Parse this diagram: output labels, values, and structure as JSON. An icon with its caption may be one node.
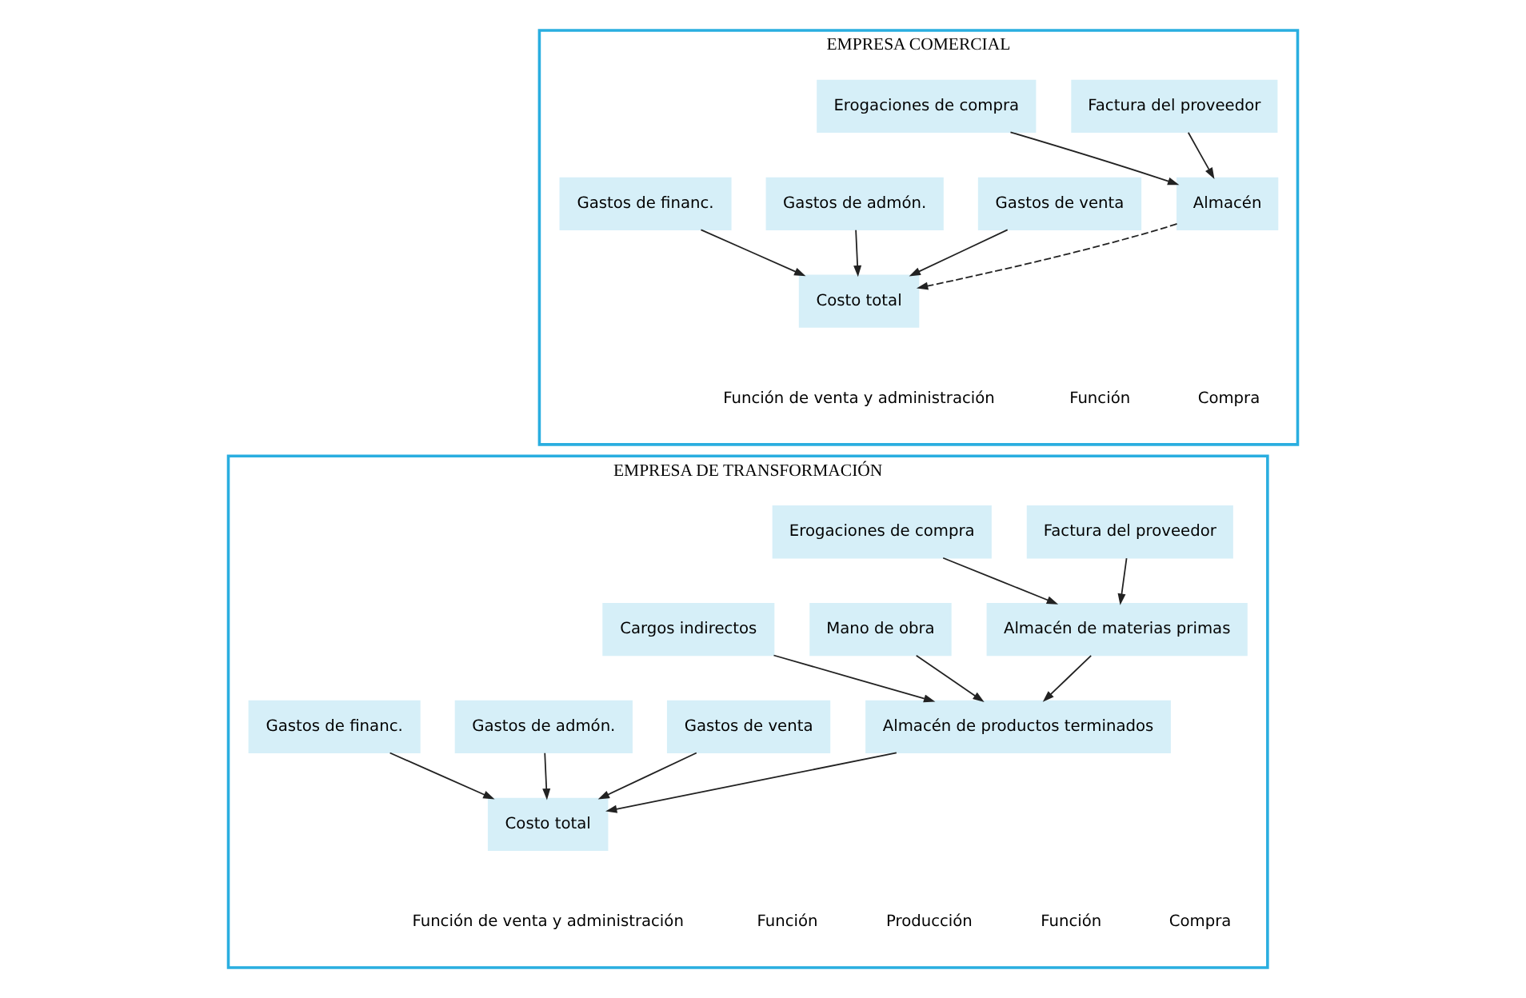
{
  "diagram": {
    "nodes": [
      {
        "text": [
          "EMPRESA COMERCIAL"
        ]
      },
      {
        "text": [
          "Factura del proveedor"
        ],
        "in": 0
      },
      {
        "text": [
          "Erogaciones de compra"
        ],
        "in": 0
      },
      {
        "text": [
          "Almacén"
        ],
        "in": 0
      },
      {
        "text": [
          "Gastos de venta"
        ],
        "in": 0
      },
      {
        "text": [
          "Gastos de admón."
        ],
        "in": 0
      },
      {
        "text": [
          "Gastos de financ."
        ],
        "in": 0
      },
      {
        "text": [
          "Costo total"
        ],
        "in": 0
      },
      {
        "text": [
          "EMPRESA DE TRANSFORMACIÓN"
        ]
      },
      {
        "text": [
          "Factura del proveedor"
        ],
        "in": 8
      },
      {
        "text": [
          "Erogaciones de compra"
        ],
        "in": 8
      },
      {
        "text": [
          "Almacén de materias primas"
        ],
        "in": 8
      },
      {
        "text": [
          "Mano de obra"
        ],
        "in": 8
      },
      {
        "text": [
          "Cargos indirectos"
        ],
        "in": 8
      },
      {
        "text": [
          "Almacén de productos terminados"
        ],
        "in": 8
      },
      {
        "text": [
          "Gastos de venta"
        ],
        "in": 8
      },
      {
        "text": [
          "Gastos de admón."
        ],
        "in": 8
      },
      {
        "text": [
          "Gastos de financ."
        ],
        "in": 8
      },
      {
        "text": [
          "Costo total"
        ],
        "in": 8
      }
    ],
    "edges": [
      {
        "from": 1,
        "to": 3,
        "arrow": "to"
      },
      {
        "from": 2,
        "to": 3,
        "arrow": "to"
      },
      {
        "from": 3,
        "to": 7,
        "arrow": "to",
        "style": "dashed"
      },
      {
        "from": 4,
        "to": 7,
        "arrow": "to"
      },
      {
        "from": 5,
        "to": 7,
        "arrow": "to"
      },
      {
        "from": 6,
        "to": 7,
        "arrow": "to"
      },
      {
        "from": 9,
        "to": 11,
        "arrow": "to"
      },
      {
        "from": 10,
        "to": 11,
        "arrow": "to"
      },
      {
        "from": 11,
        "to": 14,
        "arrow": "to"
      },
      {
        "from": 12,
        "to": 14,
        "arrow": "to"
      },
      {
        "from": 13,
        "to": 14,
        "arrow": "to"
      },
      {
        "from": 14,
        "to": 18,
        "arrow": "to"
      },
      {
        "from": 15,
        "to": 18,
        "arrow": "to"
      },
      {
        "from": 16,
        "to": 18,
        "arrow": "to"
      },
      {
        "from": 17,
        "to": 18,
        "arrow": "to"
      }
    ],
    "labels": [
      "Función",
      "Compra",
      "Función de venta y administración",
      "Función",
      "Compra",
      "Función",
      "Producción",
      "Función de venta y administración"
    ]
  }
}
